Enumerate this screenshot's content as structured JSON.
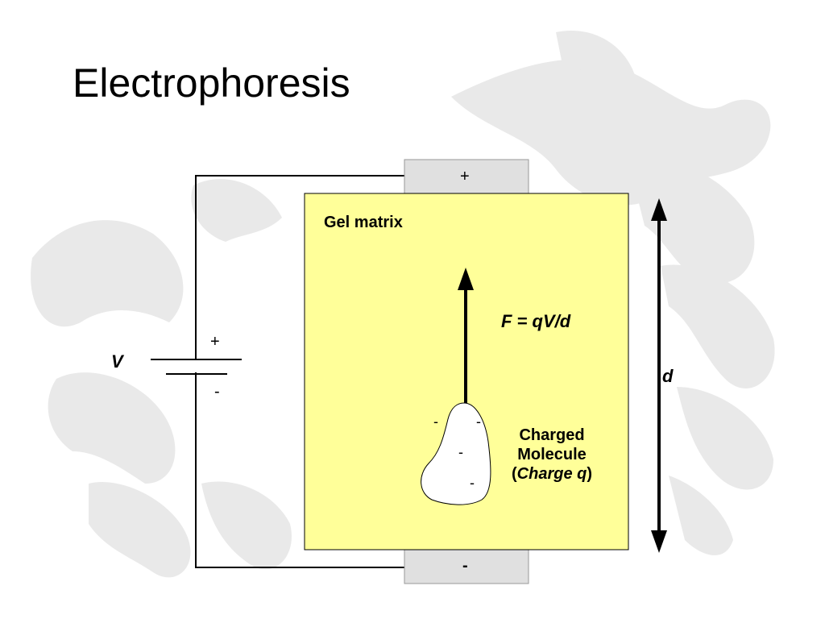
{
  "title": "Electrophoresis",
  "gel_label": "Gel matrix",
  "top_electrode": "+",
  "bottom_electrode": "-",
  "battery": {
    "voltage_label": "V",
    "plus": "+",
    "minus": "-"
  },
  "force_equation": "F = qV/d",
  "distance_label": "d",
  "molecule": {
    "line1": "Charged",
    "line2": "Molecule",
    "line3_open": "(",
    "line3_italic": "Charge q",
    "line3_close": ")",
    "charges": [
      "-",
      "-",
      "-",
      "-"
    ]
  },
  "colors": {
    "gel": "#ffff99",
    "electrode": "#e0e0e0",
    "watermark": "#e2e2e2"
  }
}
